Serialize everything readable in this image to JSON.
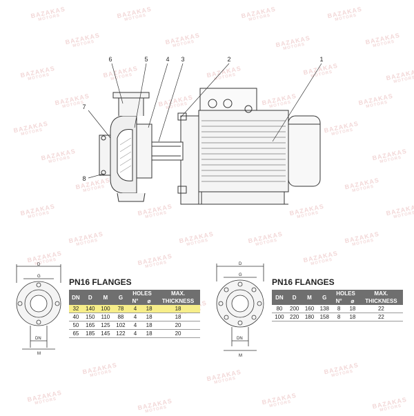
{
  "watermark": {
    "brand": "BAZAKAS",
    "sub": "MOTORS"
  },
  "callouts": [
    "1",
    "2",
    "3",
    "4",
    "5",
    "6",
    "7",
    "8"
  ],
  "flanges_left": {
    "title": "PN16 FLANGES",
    "dims": {
      "D": "D",
      "G": "G",
      "DN": "DN",
      "M": "M"
    },
    "headers": {
      "dn": "DN",
      "d": "D",
      "m": "M",
      "g": "G",
      "holes": "HOLES",
      "n": "N°",
      "dia": "⌀",
      "max": "MAX.",
      "thickness": "THICKNESS"
    },
    "rows": [
      [
        "32",
        "140",
        "100",
        "78",
        "4",
        "18",
        "18"
      ],
      [
        "40",
        "150",
        "110",
        "88",
        "4",
        "18",
        "18"
      ],
      [
        "50",
        "165",
        "125",
        "102",
        "4",
        "18",
        "20"
      ],
      [
        "65",
        "185",
        "145",
        "122",
        "4",
        "18",
        "20"
      ]
    ],
    "highlight_row": 0
  },
  "flanges_right": {
    "title": "PN16 FLANGES",
    "dims": {
      "D": "D",
      "G": "G",
      "DN": "DN",
      "M": "M"
    },
    "headers": {
      "dn": "DN",
      "d": "D",
      "m": "M",
      "g": "G",
      "holes": "HOLES",
      "n": "N°",
      "dia": "⌀",
      "max": "MAX.",
      "thickness": "THICKNESS"
    },
    "rows": [
      [
        "80",
        "200",
        "160",
        "138",
        "8",
        "18",
        "22"
      ],
      [
        "100",
        "220",
        "180",
        "158",
        "8",
        "18",
        "22"
      ]
    ]
  },
  "colors": {
    "header": "#6f6f6f",
    "highlight": "#f7ee8a",
    "watermark": "#e8b8b8"
  }
}
